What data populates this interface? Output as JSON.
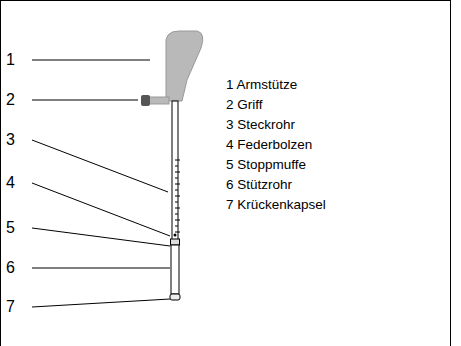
{
  "diagram": {
    "labels": [
      "1",
      "2",
      "3",
      "4",
      "5",
      "6",
      "7",
      "1 Armstütze",
      "2 Griff",
      "3 Steckrohr",
      "4 Federbolzen",
      "5 Stoppmuffe",
      "6 Stützrohr",
      "7 Krückenkapsel"
    ]
  }
}
